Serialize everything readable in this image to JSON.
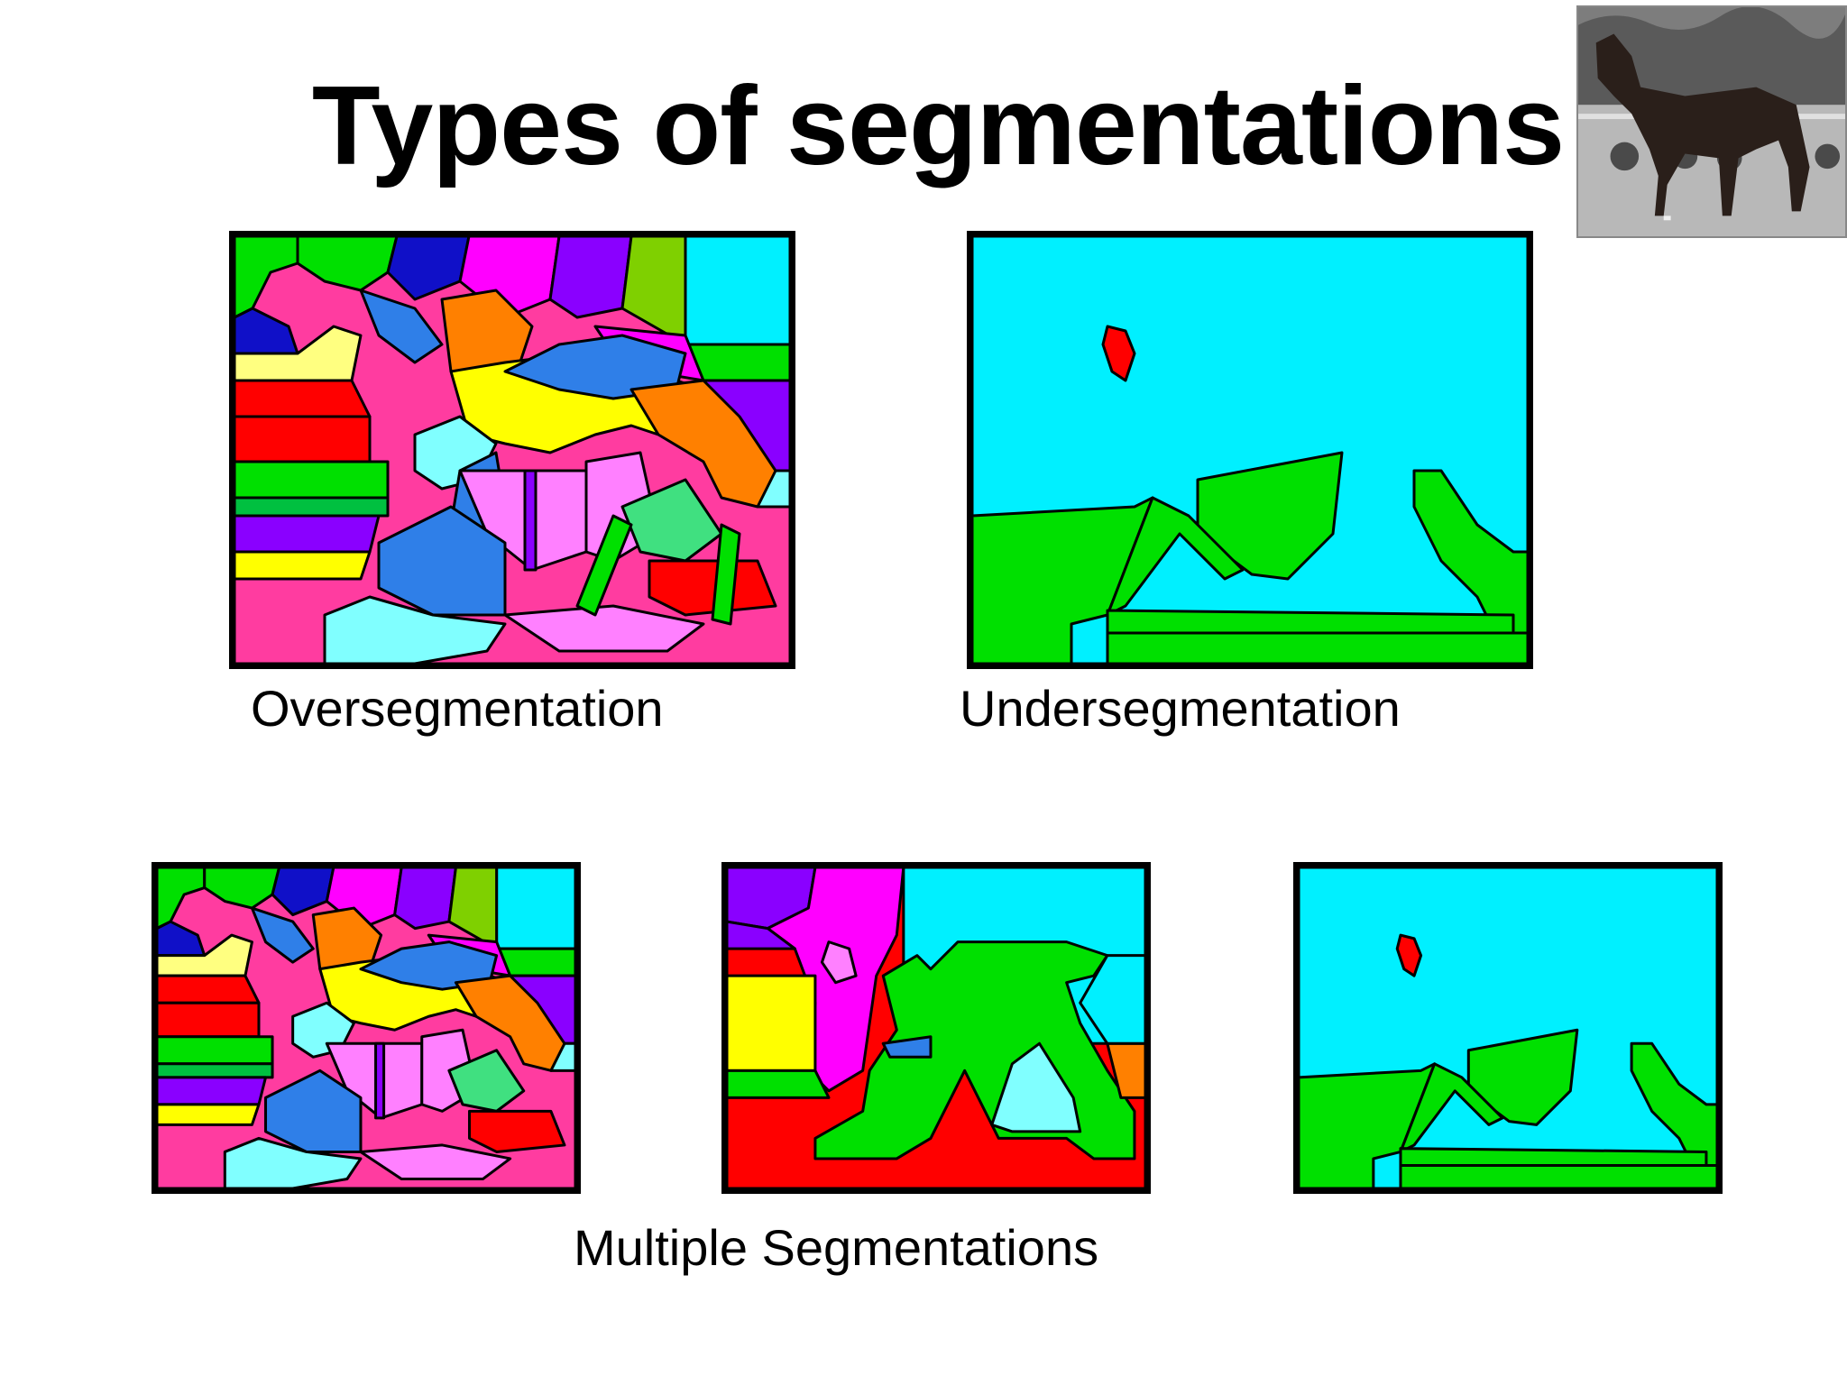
{
  "slide": {
    "title": "Types of segmentations",
    "captions": {
      "oversegmentation": "Oversegmentation",
      "undersegmentation": "Undersegmentation",
      "multiple": "Multiple Segmentations"
    }
  },
  "colors": {
    "cyan": "#00f0ff",
    "green": "#00e000",
    "red": "#ff0000",
    "magenta": "#ff00ff",
    "yellow": "#ffff00",
    "blue": "#2f7fe8",
    "orange": "#ff8000",
    "purple": "#8a00ff",
    "pink": "#ff3ca0",
    "navy": "#1010c8"
  }
}
